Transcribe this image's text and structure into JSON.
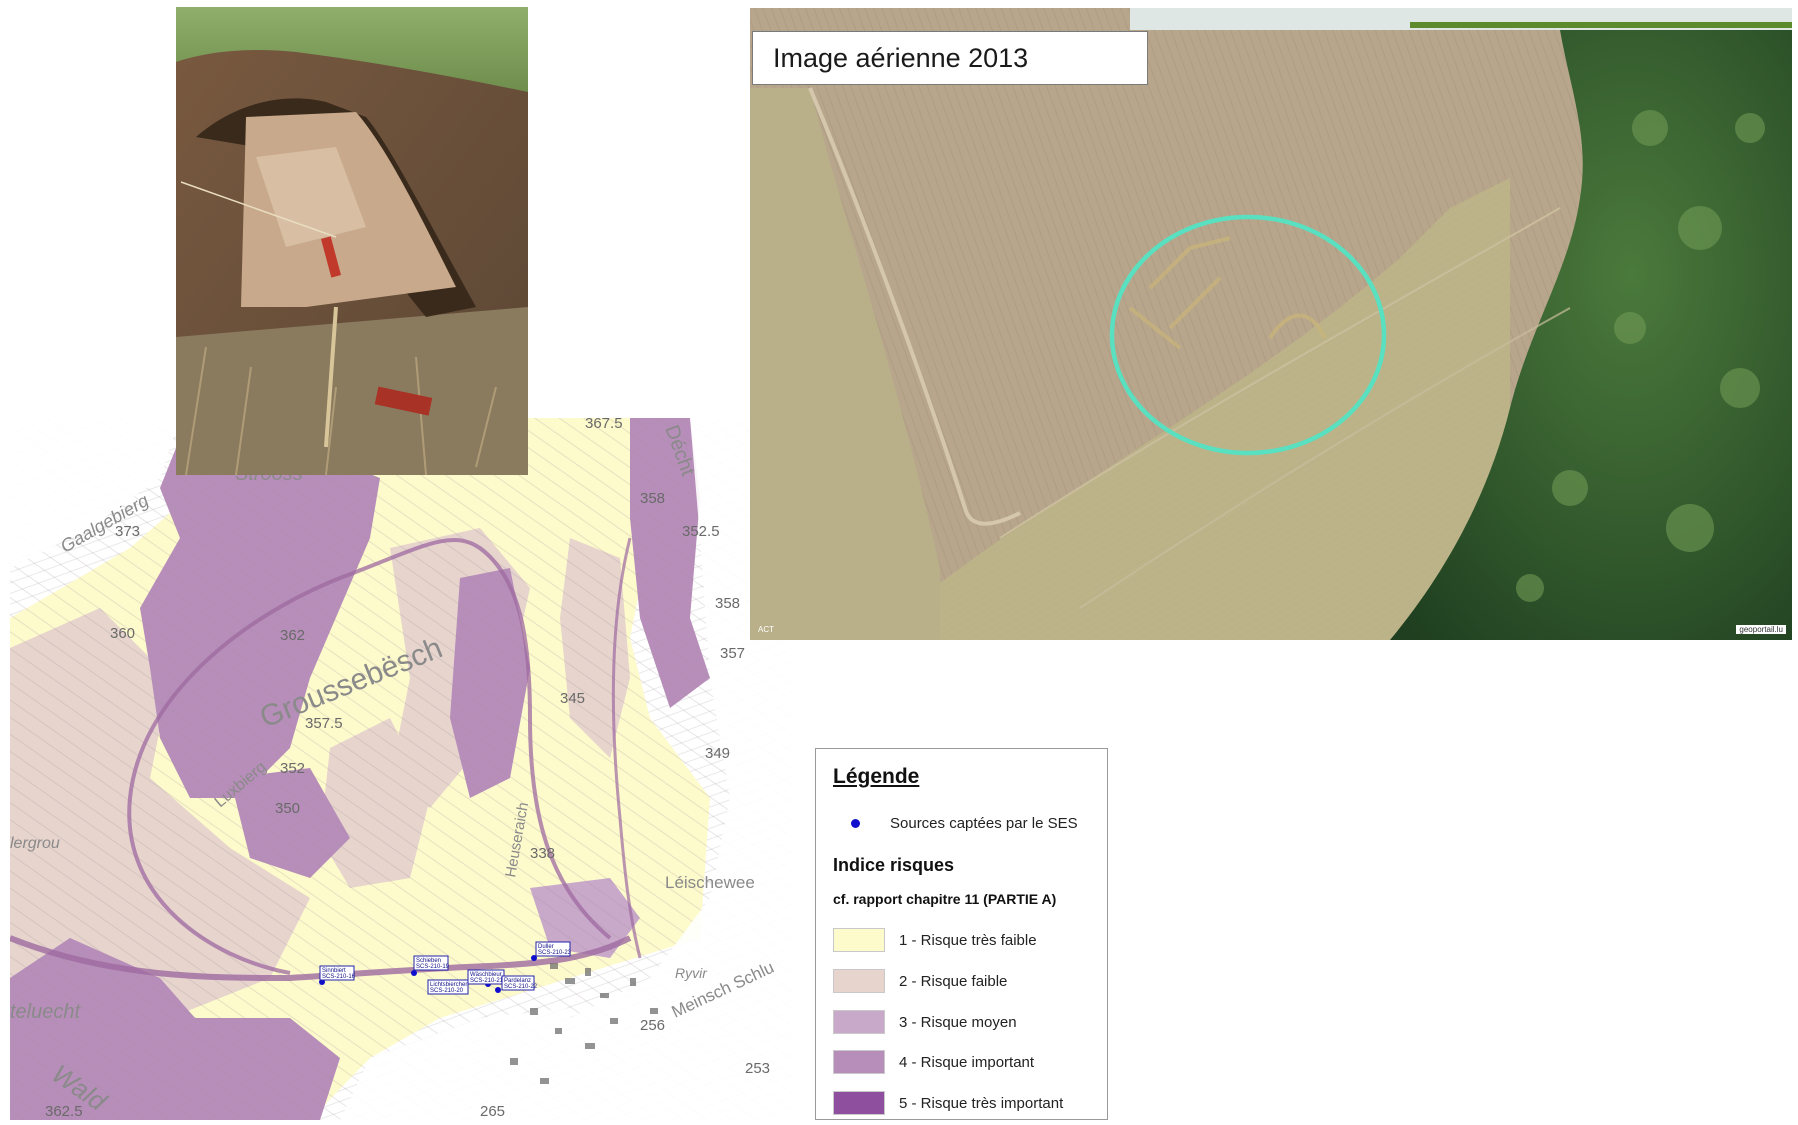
{
  "aerial": {
    "caption": "Image aérienne 2013",
    "corner_left": "ACT",
    "corner_right": "geoportail.lu"
  },
  "legend": {
    "title": "Légende",
    "sources_label": "Sources captées par le SES",
    "heading": "Indice risques",
    "subheading": "cf. rapport chapitre 11 (PARTIE A)",
    "classes": [
      {
        "label": "1 - Risque très faible",
        "color": "#fdfacb"
      },
      {
        "label": "2 - Risque faible",
        "color": "#e6d4cd"
      },
      {
        "label": "3 - Risque moyen",
        "color": "#c9a9c9"
      },
      {
        "label": "4 - Risque important",
        "color": "#b78eb9"
      },
      {
        "label": "5 - Risque très important",
        "color": "#8d4f9e"
      }
    ],
    "source_color": "#1010cc"
  },
  "map": {
    "place_names": [
      "Strooss",
      "Gaalgebierg",
      "Groussebësch",
      "Luxbierg",
      "Décht",
      "Léischewee",
      "Meinsch Schlu",
      "teluecht",
      "Wald",
      "Ryvir",
      "lergrou",
      "Heuseraich"
    ],
    "elevations": [
      "373",
      "362",
      "357.5",
      "352",
      "350",
      "358",
      "357",
      "352.5",
      "349",
      "360",
      "338",
      "345",
      "358",
      "362.5",
      "265",
      "253",
      "256",
      "367.5"
    ],
    "sources": [
      {
        "name": "Sinnbiert",
        "code": "SCS-210-16"
      },
      {
        "name": "Schieben",
        "code": "SCS-210-19"
      },
      {
        "name": "Lichtsbierchen",
        "code": "SCS-210-20"
      },
      {
        "name": "Wäschbieur",
        "code": "SCS-210-21"
      },
      {
        "name": "Pardelanz",
        "code": "SCS-210-22"
      },
      {
        "name": "Duller",
        "code": "SCS-210-23"
      }
    ]
  }
}
